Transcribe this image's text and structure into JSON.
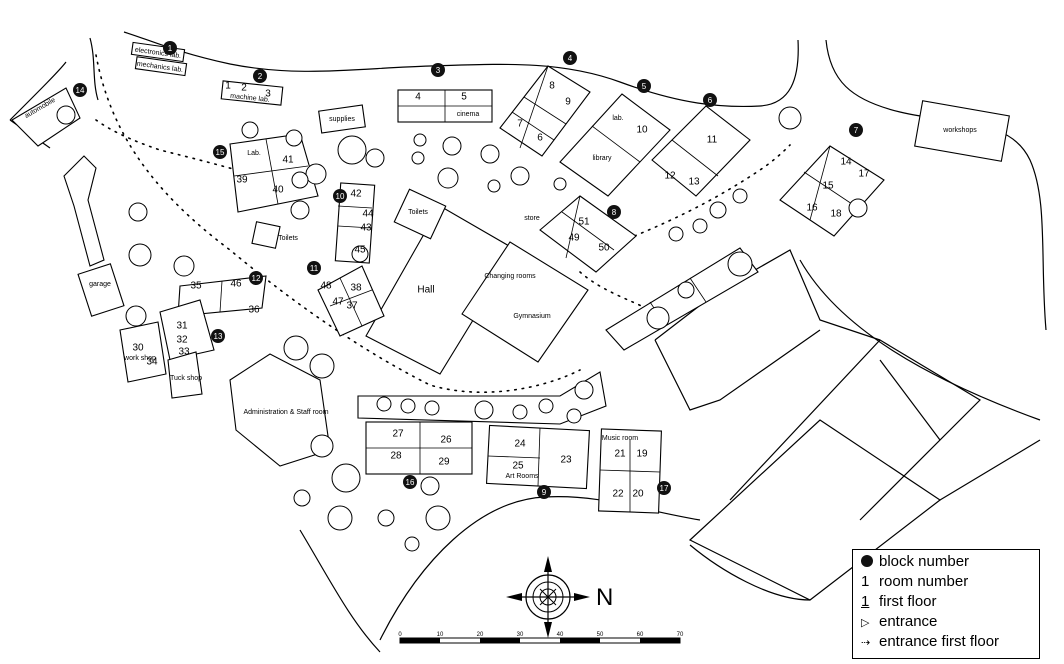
{
  "labels": {
    "automobile": "automobile",
    "electronics": "electronics lab.",
    "mechanics": "mechanics lab.",
    "machine": "machine lab.",
    "supplies": "supplies",
    "cinema": "cinema",
    "lab_b5": "lab.",
    "library": "library",
    "lab_b15": "Lab.",
    "toilets_north": "Toilets",
    "toilets_west": "Toilets",
    "store": "store",
    "changing": "Changing rooms",
    "gymnasium": "Gymnasium",
    "hall": "Hall",
    "garage": "garage",
    "work": "work shop",
    "tuck": "Tuck shop",
    "admin": "Administration & Staff room",
    "art": "Art Rooms",
    "workshops": "workshops",
    "music": "Music room"
  },
  "room_numbers": [
    "1",
    "2",
    "3",
    "4",
    "5",
    "6",
    "7",
    "8",
    "9",
    "10",
    "11",
    "12",
    "13",
    "14",
    "15",
    "16",
    "17",
    "18",
    "19",
    "20",
    "21",
    "22",
    "23",
    "24",
    "25",
    "26",
    "27",
    "28",
    "29",
    "30",
    "31",
    "32",
    "33",
    "34",
    "35",
    "36",
    "37",
    "38",
    "39",
    "40",
    "41",
    "42",
    "43",
    "44",
    "45",
    "46",
    "47",
    "48",
    "49",
    "50",
    "51"
  ],
  "block_numbers": [
    "1",
    "2",
    "3",
    "4",
    "5",
    "6",
    "7",
    "8",
    "9",
    "10",
    "11",
    "12",
    "13",
    "14",
    "15",
    "16",
    "17"
  ],
  "scale": {
    "ticks": [
      "0",
      "10",
      "20",
      "30",
      "40",
      "50",
      "60",
      "70"
    ]
  },
  "compass": {
    "north": "N"
  },
  "legend": {
    "block": "block number",
    "room": "room number",
    "first_floor_num": "1",
    "room_num": "1",
    "first_floor": "first floor",
    "entrance": "entrance",
    "entrance_first": "entrance first floor"
  }
}
